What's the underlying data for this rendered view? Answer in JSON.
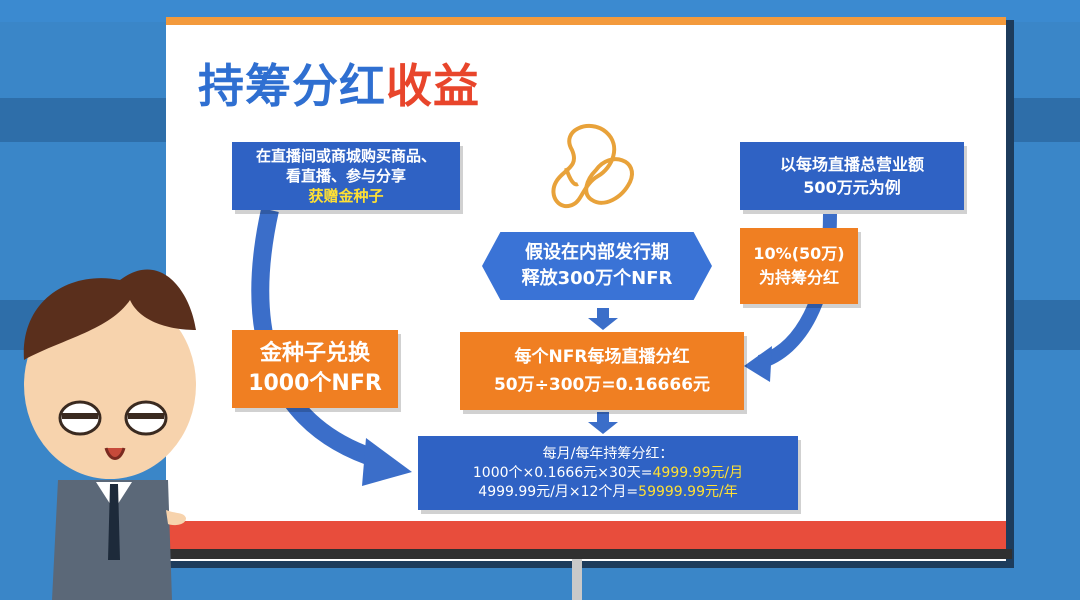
{
  "title": {
    "part1": "持筹分红",
    "part2": "收益"
  },
  "boxes": {
    "buy": {
      "line1": "在直播间或商城购买商品、",
      "line2": "看直播、参与分享",
      "line3": "获赠金种子"
    },
    "example": {
      "line1": "以每场直播总营业额",
      "line2": "500万元为例"
    },
    "hexagon": {
      "line1": "假设在内部发行期",
      "line2": "释放300万个NFR"
    },
    "ten_percent": {
      "line1": "10%(50万)",
      "line2": "为持筹分红"
    },
    "gold_exchange": {
      "line1": "金种子兑换",
      "line2": "1000个NFR"
    },
    "each_dividend": {
      "line1": "每个NFR每场直播分红",
      "line2": "50万÷300万=0.16666元"
    },
    "monthly": {
      "line1": "每月/每年持筹分红：",
      "line2_prefix": "1000个×0.1666元×30天=",
      "line2_value": "4999.99元/月",
      "line3_prefix": "4999.99元/月×12个月=",
      "line3_value": "59999.99元/年"
    }
  },
  "colors": {
    "blue": "#2f62c4",
    "orange": "#f07f22",
    "highlight": "#ffe033",
    "title_blue": "#2f6fd1",
    "title_red": "#e8452b"
  },
  "icons": [
    "seeds-icon",
    "arrow-down-icon",
    "curved-arrow-icon"
  ]
}
